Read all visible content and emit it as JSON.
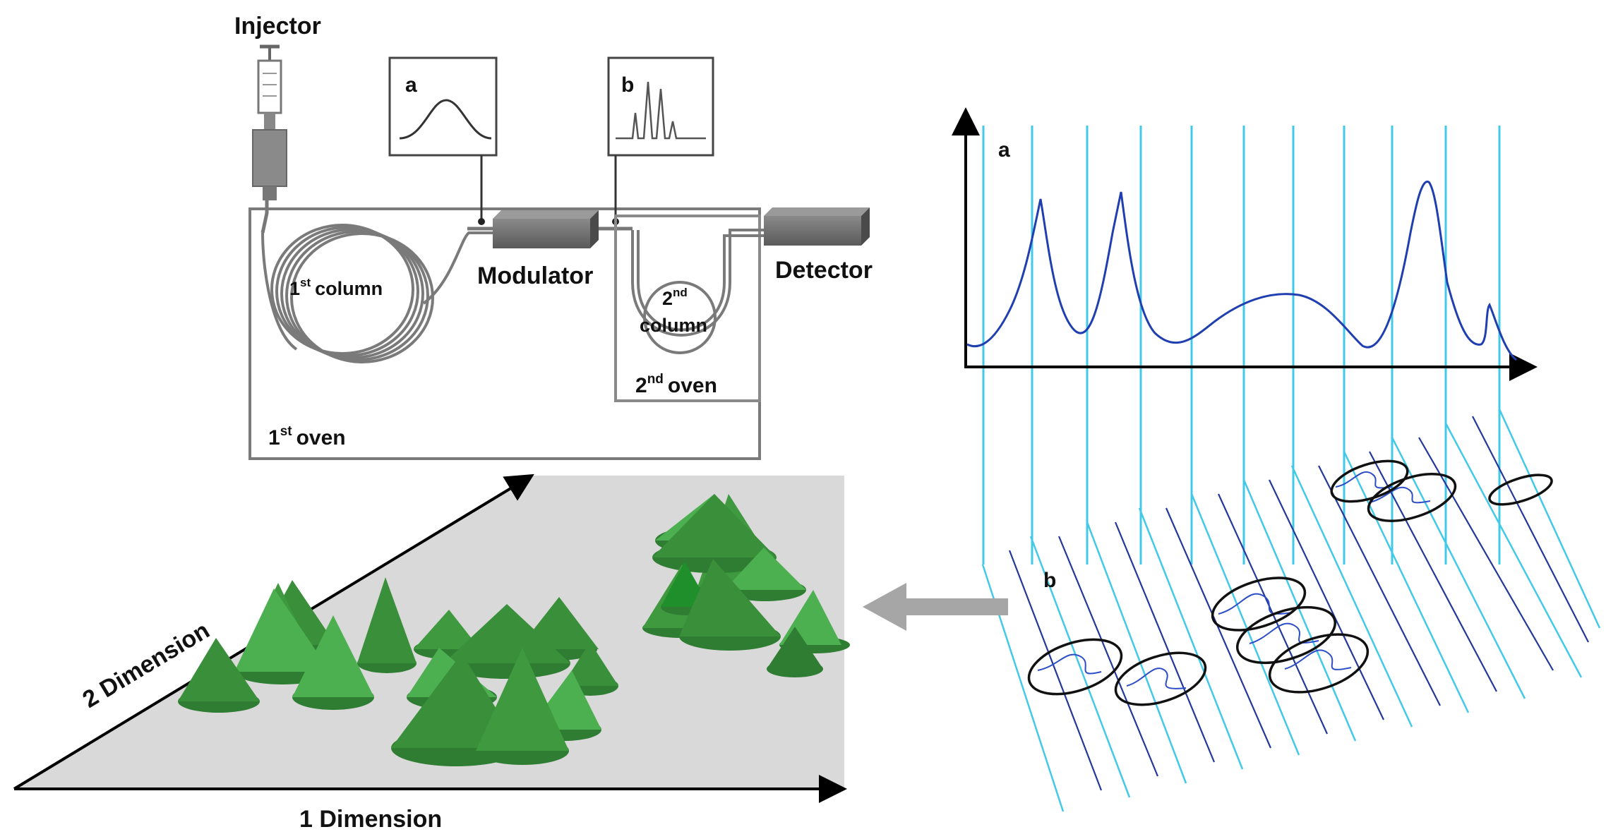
{
  "schematic": {
    "injector_label": "Injector",
    "inset_a_label": "a",
    "inset_b_label": "b",
    "modulator_label": "Modulator",
    "detector_label": "Detector",
    "first_column": {
      "number": "1",
      "suffix": "st",
      "word": "column"
    },
    "second_column": {
      "number": "2",
      "suffix": "nd",
      "word": "column"
    },
    "second_oven": {
      "number": "2",
      "suffix": "nd",
      "word": "oven"
    },
    "first_oven": {
      "number": "1",
      "suffix": "st",
      "word": "oven"
    }
  },
  "chromatogram": {
    "panel_a_label": "a",
    "panel_b_label": "b"
  },
  "contour_plot": {
    "x_axis_label": "1 Dimension",
    "y_axis_label": "2 Dimension"
  },
  "colors": {
    "trace": "#1f3fb0",
    "cut_lines": "#43c9e8",
    "peak_dark": "#2e7d32",
    "peak_light": "#4caf50",
    "plane": "#d9d9d9",
    "hardware": "#6e6e6e"
  }
}
